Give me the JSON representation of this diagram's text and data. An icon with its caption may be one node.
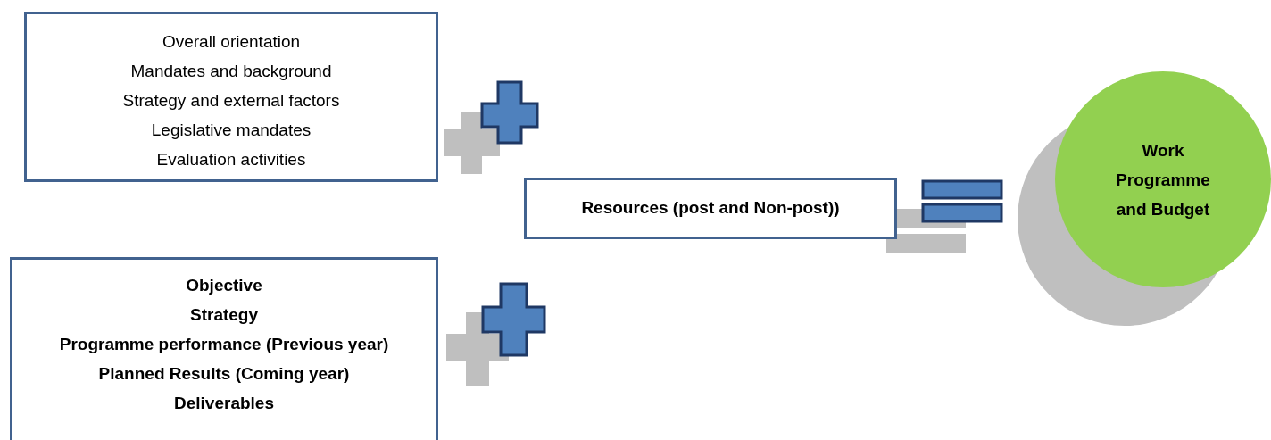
{
  "diagram": {
    "nodes": [
      {
        "text": [
          "Overall orientation",
          "Mandates and background",
          "Strategy and external factors",
          "Legislative mandates",
          "Evaluation activities"
        ]
      },
      {
        "text": [
          "Resources (post and Non-post))"
        ]
      },
      {
        "text": [
          "Objective",
          "Strategy",
          "Programme performance (Previous year)",
          "Planned Results (Coming year)",
          "Deliverables"
        ]
      },
      {
        "text": [
          "Work Programme and Budget"
        ]
      }
    ]
  }
}
